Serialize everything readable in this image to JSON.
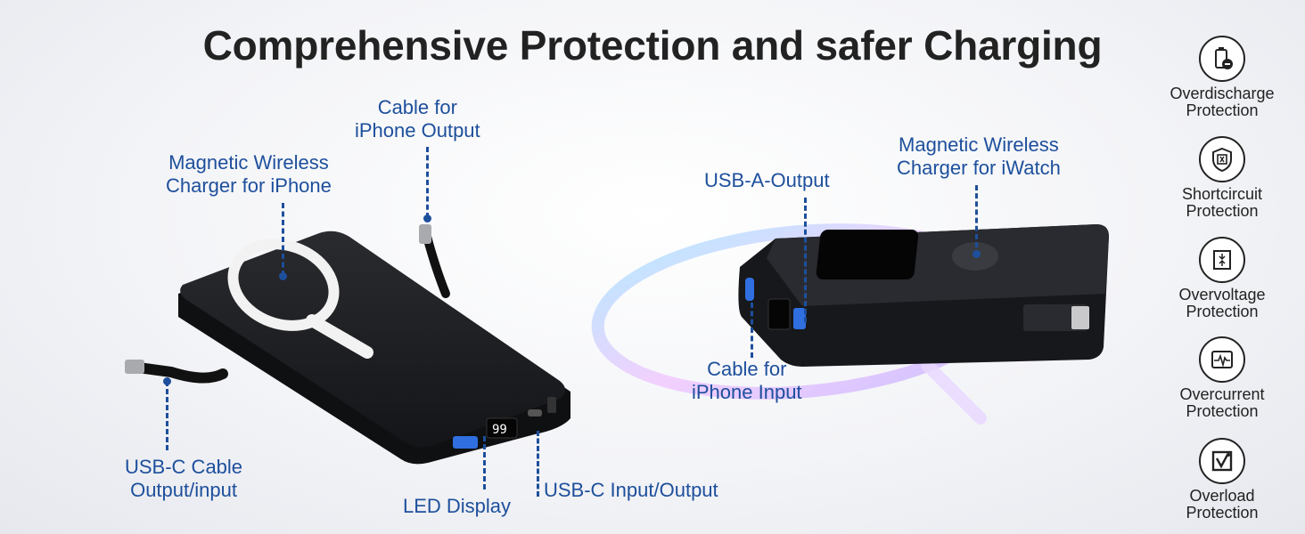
{
  "title": "Comprehensive Protection and safer Charging",
  "labels": {
    "cable_iphone_output": [
      "Cable for",
      "iPhone Output"
    ],
    "magnetic_iphone": [
      "Magnetic Wireless",
      "Charger for iPhone"
    ],
    "usbc_cable": [
      "USB-C Cable",
      "Output/input"
    ],
    "led_display": "LED Display",
    "usbc_io": "USB-C Input/Output",
    "usba_output": "USB-A-Output",
    "magnetic_iwatch": [
      "Magnetic Wireless",
      "Charger for iWatch"
    ],
    "cable_iphone_input": [
      "Cable for",
      "iPhone Input"
    ]
  },
  "display_reading": "99",
  "protections": [
    {
      "icon": "battery-minus-icon",
      "line1": "Overdischarge",
      "line2": "Protection"
    },
    {
      "icon": "shield-plug-icon",
      "line1": "Shortcircuit",
      "line2": "Protection"
    },
    {
      "icon": "voltage-arrows-icon",
      "line1": "Overvoltage",
      "line2": "Protection"
    },
    {
      "icon": "current-wave-icon",
      "line1": "Overcurrent",
      "line2": "Protection"
    },
    {
      "icon": "overload-check-icon",
      "line1": "Overload",
      "line2": "Protection"
    }
  ],
  "colors": {
    "label_blue": "#1d4f9c",
    "title": "#222222",
    "device": "#1b1c1f",
    "ring_light": "#e9d9ff"
  }
}
